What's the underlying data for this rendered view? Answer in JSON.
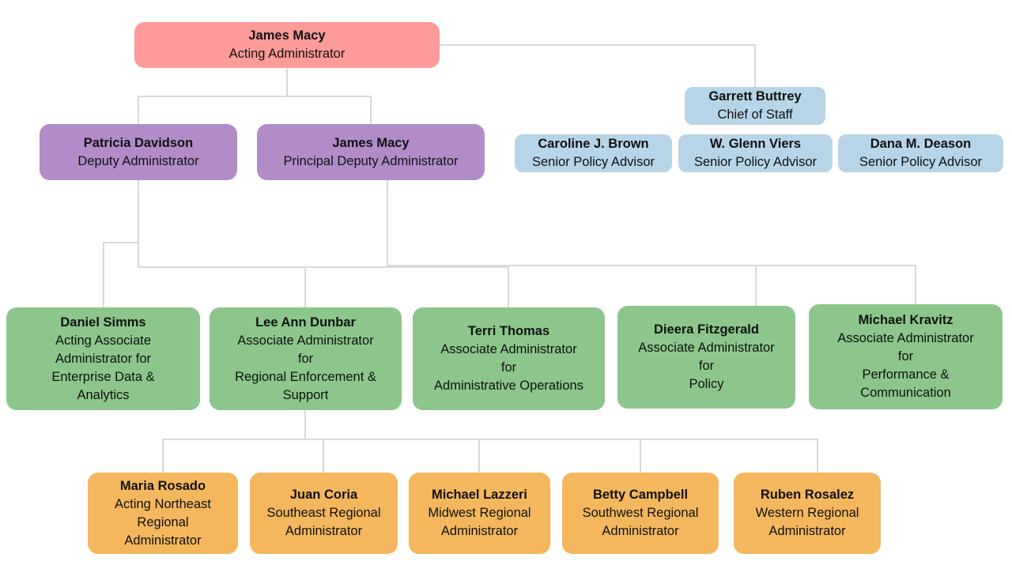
{
  "page": {
    "background": "#ffffff"
  },
  "palette": {
    "administrator": "#FC9B99",
    "deputy": "#B18CC9",
    "staff": "#B7D5E6",
    "associate": "#8CC68D",
    "regional": "#F4B75E",
    "connector": "#D9D9D9",
    "text": "#111111"
  },
  "nodes": {
    "administrator": {
      "name": "James Macy",
      "title": "Acting Administrator"
    },
    "deputy": {
      "name": "Patricia Davidson",
      "title": "Deputy Administrator"
    },
    "principal_deputy": {
      "name": "James Macy",
      "title": "Principal Deputy Administrator"
    },
    "chief_of_staff": {
      "name": "Garrett Buttrey",
      "title": "Chief of Staff"
    },
    "advisor_1": {
      "name": "Caroline J. Brown",
      "title": "Senior Policy Advisor"
    },
    "advisor_2": {
      "name": "W. Glenn Viers",
      "title": "Senior Policy Advisor"
    },
    "advisor_3": {
      "name": "Dana M. Deason",
      "title": "Senior Policy Advisor"
    },
    "associate_1": {
      "name": "Daniel Simms",
      "title": "Acting Associate\nAdministrator for\nEnterprise Data &\nAnalytics"
    },
    "associate_2": {
      "name": "Lee Ann Dunbar",
      "title": "Associate Administrator\nfor\nRegional Enforcement &\nSupport"
    },
    "associate_3": {
      "name": "Terri Thomas",
      "title": "Associate Administrator\nfor\nAdministrative Operations"
    },
    "associate_4": {
      "name": "Dieera Fitzgerald",
      "title": "Associate Administrator\nfor\nPolicy"
    },
    "associate_5": {
      "name": "Michael Kravitz",
      "title": "Associate Administrator\nfor\nPerformance &\nCommunication"
    },
    "regional_1": {
      "name": "Maria Rosado",
      "title": "Acting Northeast\nRegional\nAdministrator"
    },
    "regional_2": {
      "name": "Juan Coria",
      "title": "Southeast Regional\nAdministrator"
    },
    "regional_3": {
      "name": "Michael Lazzeri",
      "title": "Midwest Regional\nAdministrator"
    },
    "regional_4": {
      "name": "Betty Campbell",
      "title": "Southwest Regional\nAdministrator"
    },
    "regional_5": {
      "name": "Ruben Rosalez",
      "title": "Western Regional\nAdministrator"
    }
  },
  "reporting_lines": [
    "administrator -> deputy",
    "administrator -> principal_deputy",
    "administrator -> chief_of_staff",
    "deputy -> associate_1",
    "deputy -> associate_2",
    "deputy -> associate_3",
    "principal_deputy -> associate_4",
    "principal_deputy -> associate_5",
    "associate_2 -> regional_1",
    "associate_2 -> regional_2",
    "associate_2 -> regional_3",
    "associate_2 -> regional_4",
    "associate_2 -> regional_5"
  ]
}
